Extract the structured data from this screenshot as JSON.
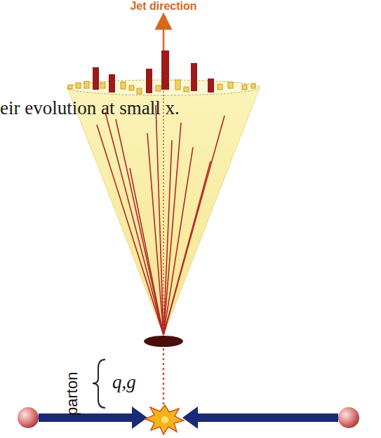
{
  "diagram": {
    "labels": [
      "Jet direction",
      "eir evolution at small x.",
      "parton",
      "q,g"
    ]
  }
}
